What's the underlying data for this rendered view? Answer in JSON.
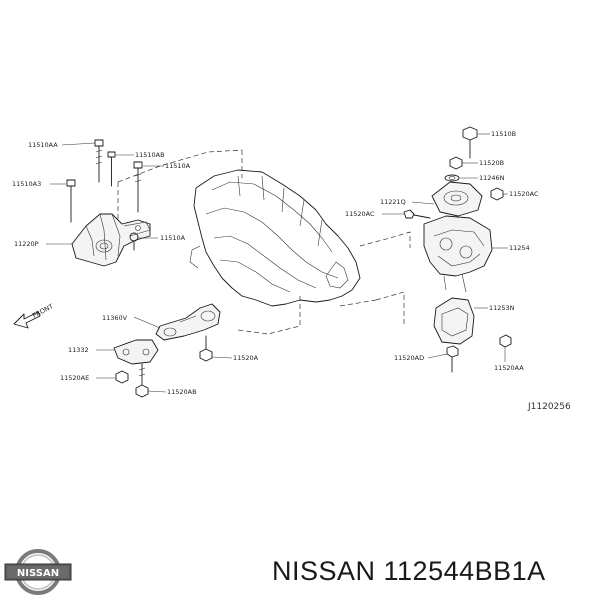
{
  "part_labels": {
    "l11510AA": "11510AA",
    "l11510AB": "11510AB",
    "l11510A_a": "11510A",
    "l11510A3": "11510A3",
    "l11220P": "11220P",
    "l11510A_b": "11510A",
    "l11510B": "11510B",
    "l11520B": "11520B",
    "l11246N": "11246N",
    "l11520AC_r": "11520AC",
    "l11221Q": "11221Q",
    "l11520AC_l": "11520AC",
    "l11254": "11254",
    "l11253N": "11253N",
    "l11520AD": "11520AD",
    "l11520AA": "11520AA",
    "l11360V": "11360V",
    "l11332": "11332",
    "l11520A": "11520A",
    "l11520AE": "11520AE",
    "l11520AB": "11520AB"
  },
  "front_label": "FRONT",
  "diagram_code": "J1120256",
  "logo_text": "NISSAN",
  "footer_text": "NISSAN 112544BB1A"
}
